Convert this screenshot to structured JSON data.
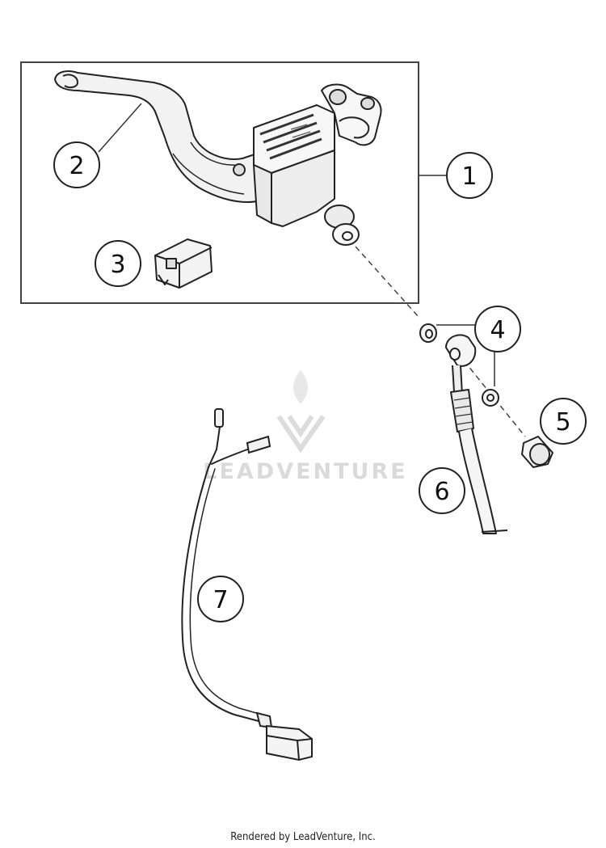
{
  "callouts": [
    {
      "id": "1",
      "label": "1"
    },
    {
      "id": "2",
      "label": "2"
    },
    {
      "id": "3",
      "label": "3"
    },
    {
      "id": "4",
      "label": "4"
    },
    {
      "id": "5",
      "label": "5"
    },
    {
      "id": "6",
      "label": "6"
    },
    {
      "id": "7",
      "label": "7"
    }
  ],
  "watermark": {
    "text": "LEADVENTURE",
    "icon": "flame-v-logo-icon"
  },
  "footer": {
    "text": "Rendered by LeadVenture, Inc."
  }
}
